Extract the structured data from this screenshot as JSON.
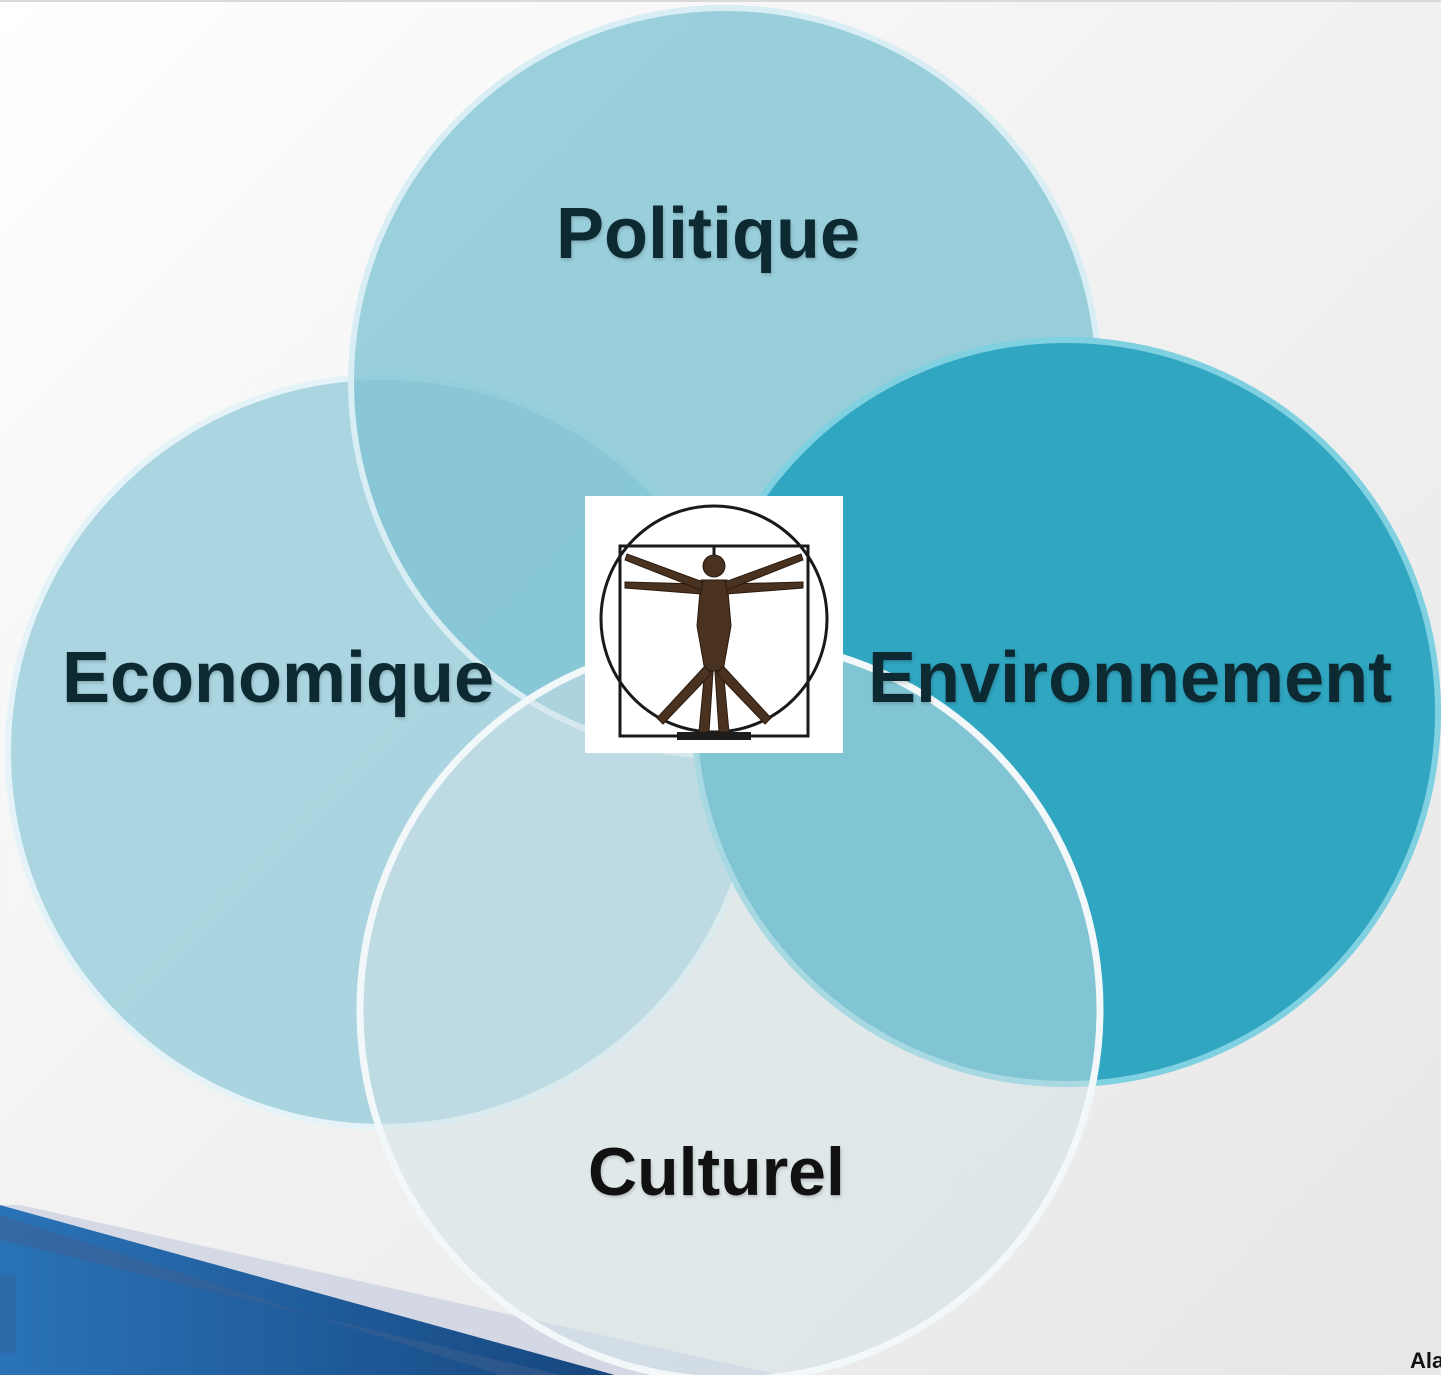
{
  "diagram": {
    "labels": {
      "politique": "Politique",
      "economique": "Economique",
      "environnement": "Environnement",
      "culturel": "Culturel"
    },
    "center_image": "vitruvian-man-statue",
    "colors": {
      "politique_fill": "#7fc3d3",
      "economique_fill": "#a4d3de",
      "environnement_fill": "#30a6c1",
      "culturel_fill": "#d2e2e6",
      "text": "#0d2a33"
    }
  },
  "footer": {
    "author_fragment": "Ala"
  }
}
